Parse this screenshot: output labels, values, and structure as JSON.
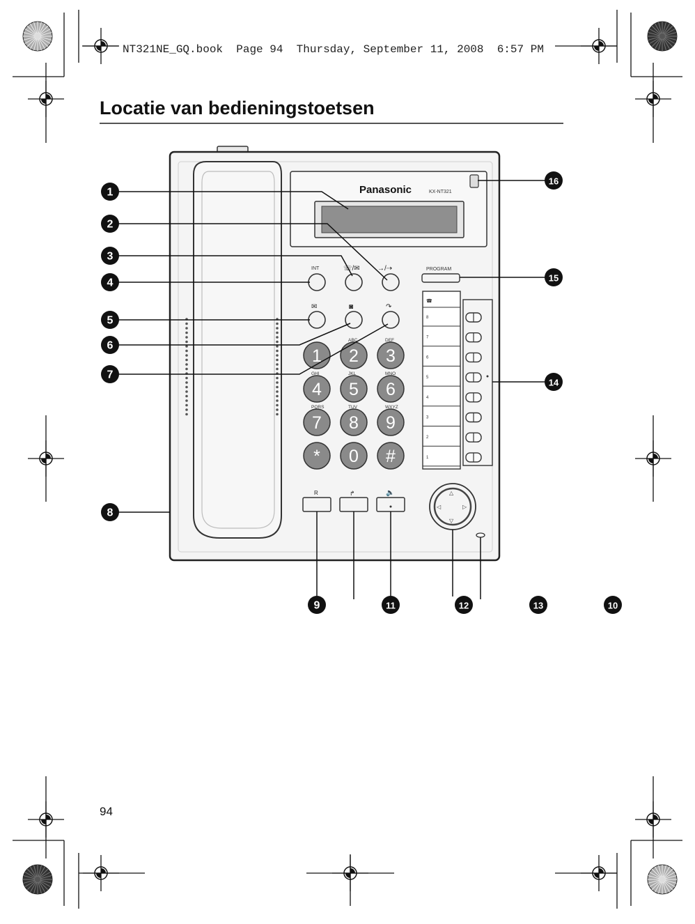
{
  "header": {
    "book_file": "NT321NE_GQ.book",
    "page_ref": "Page 94",
    "datetime": "Thursday, September 11, 2008  6:57 PM"
  },
  "title": "Locatie van bedieningstoetsen",
  "page_number": "94",
  "phone": {
    "brand": "Panasonic",
    "model": "KX-NT321",
    "program_label": "PROGRAM",
    "int_label": "INT",
    "r_label": "R",
    "keypad": [
      {
        "digit": "1",
        "letters": ""
      },
      {
        "digit": "2",
        "letters": "ABC"
      },
      {
        "digit": "3",
        "letters": "DEF"
      },
      {
        "digit": "4",
        "letters": "GHI"
      },
      {
        "digit": "5",
        "letters": "JKL"
      },
      {
        "digit": "6",
        "letters": "MNO"
      },
      {
        "digit": "7",
        "letters": "PQRS"
      },
      {
        "digit": "8",
        "letters": "TUV"
      },
      {
        "digit": "9",
        "letters": "WXYZ"
      },
      {
        "digit": "*",
        "letters": ""
      },
      {
        "digit": "0",
        "letters": ""
      },
      {
        "digit": "#",
        "letters": ""
      }
    ],
    "line_keys": [
      "8",
      "7",
      "6",
      "5",
      "4",
      "3",
      "2",
      "1"
    ]
  },
  "callouts": [
    "1",
    "2",
    "3",
    "4",
    "5",
    "6",
    "7",
    "8",
    "9",
    "11",
    "12",
    "13",
    "10",
    "16",
    "15",
    "14"
  ],
  "icons": [
    "registration-mark-icon",
    "color-wheel-icon",
    "message-icon",
    "conference-icon",
    "redial-icon",
    "transfer-icon",
    "forward-icon",
    "hold-icon",
    "speaker-icon",
    "navigator-icon"
  ]
}
